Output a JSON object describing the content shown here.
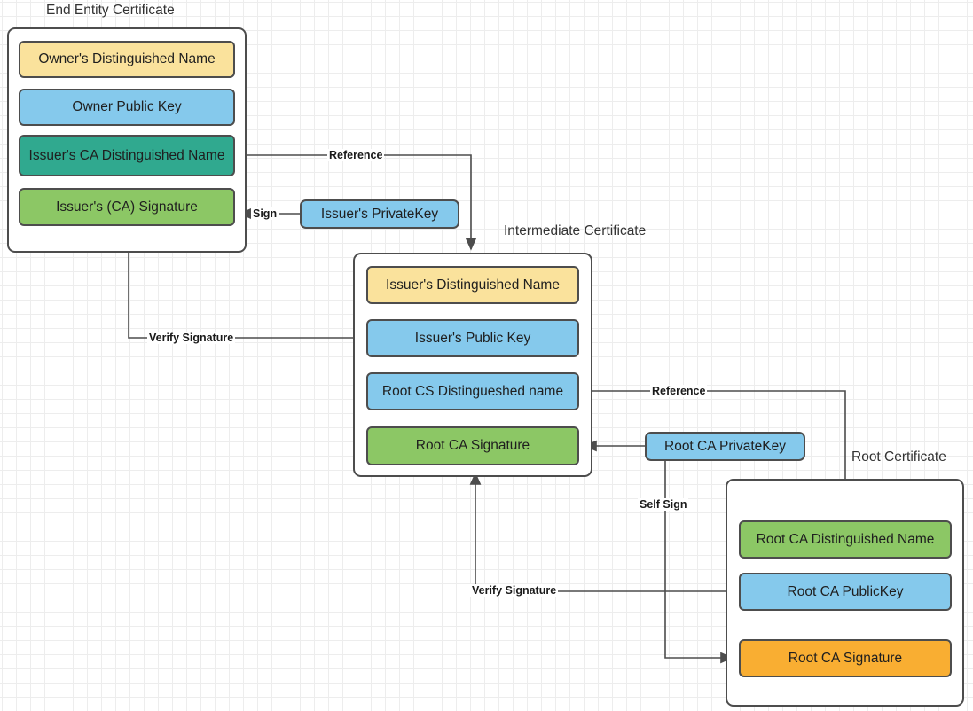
{
  "diagram": {
    "title_end_entity": "End Entity Certificate",
    "title_intermediate": "Intermediate Certificate",
    "title_root": "Root Certificate"
  },
  "colors": {
    "yellow": "#FAE29C",
    "blue": "#85C9EC",
    "teal": "#30A98F",
    "green_light": "#8CC765",
    "green_mid": "#8CC765",
    "orange": "#F9AE32",
    "border": "#4d4d4d",
    "line": "#4d4d4d",
    "text": "#1f1f1f",
    "grid_minor": "#ededed",
    "grid_major": "#d8d8d8",
    "canvas": "#ffffff"
  },
  "end_entity_certificate": {
    "fields": [
      {
        "label": "Owner's Distinguished Name",
        "fill": "#FAE29C"
      },
      {
        "label": "Owner Public  Key",
        "fill": "#85C9EC"
      },
      {
        "label": "Issuer's CA Distinguished Name",
        "fill": "#30A98F"
      },
      {
        "label": "Issuer's (CA) Signature",
        "fill": "#8CC765"
      }
    ]
  },
  "intermediate_certificate": {
    "fields": [
      {
        "label": "Issuer's Distinguished Name",
        "fill": "#FAE29C"
      },
      {
        "label": "Issuer's Public  Key",
        "fill": "#85C9EC"
      },
      {
        "label": "Root CS Distingueshed name",
        "fill": "#85C9EC"
      },
      {
        "label": "Root CA Signature",
        "fill": "#8CC765"
      }
    ]
  },
  "root_certificate": {
    "fields": [
      {
        "label": "Root CA Distinguished Name",
        "fill": "#8CC765"
      },
      {
        "label": "Root CA PublicKey",
        "fill": "#85C9EC"
      },
      {
        "label": "Root CA Signature",
        "fill": "#F9AE32"
      }
    ]
  },
  "keys": [
    {
      "label": "Issuer's PrivateKey",
      "fill": "#85C9EC"
    },
    {
      "label": "Root CA PrivateKey",
      "fill": "#85C9EC"
    }
  ],
  "edges": [
    {
      "label": "Reference",
      "from": "Issuer's CA Distinguished Name",
      "to": "Intermediate Certificate"
    },
    {
      "label": "Sign",
      "from": "Issuer's PrivateKey",
      "to": "Issuer's (CA) Signature"
    },
    {
      "label": "Verify Signature",
      "from": "Issuer's Public  Key",
      "to": "Issuer's (CA) Signature"
    },
    {
      "label": "Reference",
      "from": "Root CS Distingueshed name",
      "to": "Root CA Distinguished Name"
    },
    {
      "label": "Self Sign",
      "from": "Root CA PrivateKey",
      "to": "Root CA Signature"
    },
    {
      "label": "Verify Signature",
      "from": "Root CA PublicKey",
      "to": "Root CA Signature"
    }
  ]
}
